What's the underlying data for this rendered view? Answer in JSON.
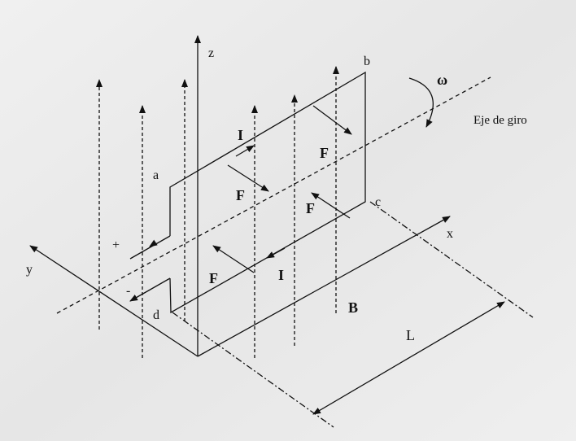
{
  "labels": {
    "z": "z",
    "x": "x",
    "y": "y",
    "a": "a",
    "b": "b",
    "c": "c",
    "d": "d",
    "omega": "ω",
    "axis": "Eje de giro",
    "current": "I",
    "force": "F",
    "field": "B",
    "length": "L",
    "plus": "+",
    "minus": "-"
  },
  "colors": {
    "background": "#ebebeb",
    "ink": "#111111"
  }
}
